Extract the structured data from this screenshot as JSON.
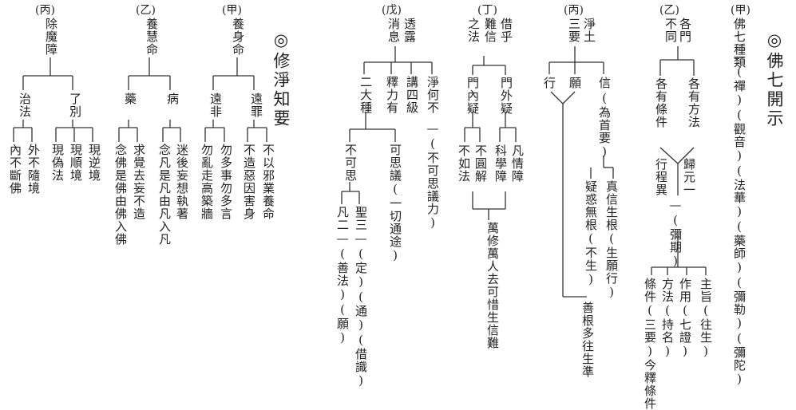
{
  "title_main": "佛七開示",
  "title_sub": "修淨知要",
  "circle_mark": "◎",
  "col_a": {
    "head": "(甲)",
    "label": "佛七種類",
    "items": "—(禪)(觀音)(法華)(藥師)(彌勒)(彌陀)"
  },
  "col_b": {
    "head": "(乙)",
    "top": [
      "各門",
      "不同"
    ],
    "left": "各有方法",
    "right": "各有條件",
    "merge1": "歸元一",
    "merge2": "行程異",
    "period": "—(彌期)",
    "leaves": [
      "主旨(往生)",
      "作用(七證)",
      "方法(持名)",
      "條件(三要)今釋條件"
    ]
  },
  "col_c": {
    "head": "(丙)",
    "top": [
      "淨土",
      "三要"
    ],
    "xin": "信",
    "xin_note": "(為首要)",
    "yuan": "願",
    "xing": "行",
    "sub1": "真信生根(生願行)",
    "sub2": "疑惑無根(不生)",
    "bottom": "善根多往生準"
  },
  "col_d": {
    "head": "(丁)",
    "top": [
      "借乎",
      "難信",
      "之法"
    ],
    "out": "門外疑",
    "in": "門內疑",
    "out_leaves": [
      "凡情障",
      "科學障"
    ],
    "in_leaves": [
      "不圓解",
      "不如法"
    ],
    "bottom": "萬修萬人去可惜生信難"
  },
  "col_e": {
    "head": "(戊)",
    "top": [
      "透露",
      "消息"
    ],
    "b1": "淨何不",
    "b1_note": "—(不可思議力)",
    "b2": "講四級",
    "b3": "釋力有",
    "b4": "二大種",
    "ke": "可思議(一切通途)",
    "buke": "不可思",
    "sheng": "聖三—(定)(通)(借識)",
    "fan": "凡二—(善法)(願)"
  },
  "section2": {
    "col_jia": {
      "head": "(甲)",
      "label": "養身命",
      "right": "遠罪",
      "left": "遠非",
      "r_leaves": [
        "不以邪業養命",
        "不造惡因害身"
      ],
      "l_leaves": [
        "勿多事勿多言",
        "勿亂走高築牆"
      ]
    },
    "col_yi": {
      "head": "(乙)",
      "label": "養慧命",
      "right": "病",
      "left": "藥",
      "r_leaves": [
        "迷後妄想執著",
        "念凡是凡由凡入凡"
      ],
      "l_leaves": [
        "求覺去妄不造",
        "念佛是佛由佛入佛"
      ]
    },
    "col_bing": {
      "head": "(丙)",
      "label": "除魔障",
      "right": "了別",
      "left": "治法",
      "r_leaves": [
        "現逆境",
        "現順境",
        "現偽法"
      ],
      "l_leaves": [
        "外不隨境",
        "內不斷佛"
      ]
    }
  }
}
